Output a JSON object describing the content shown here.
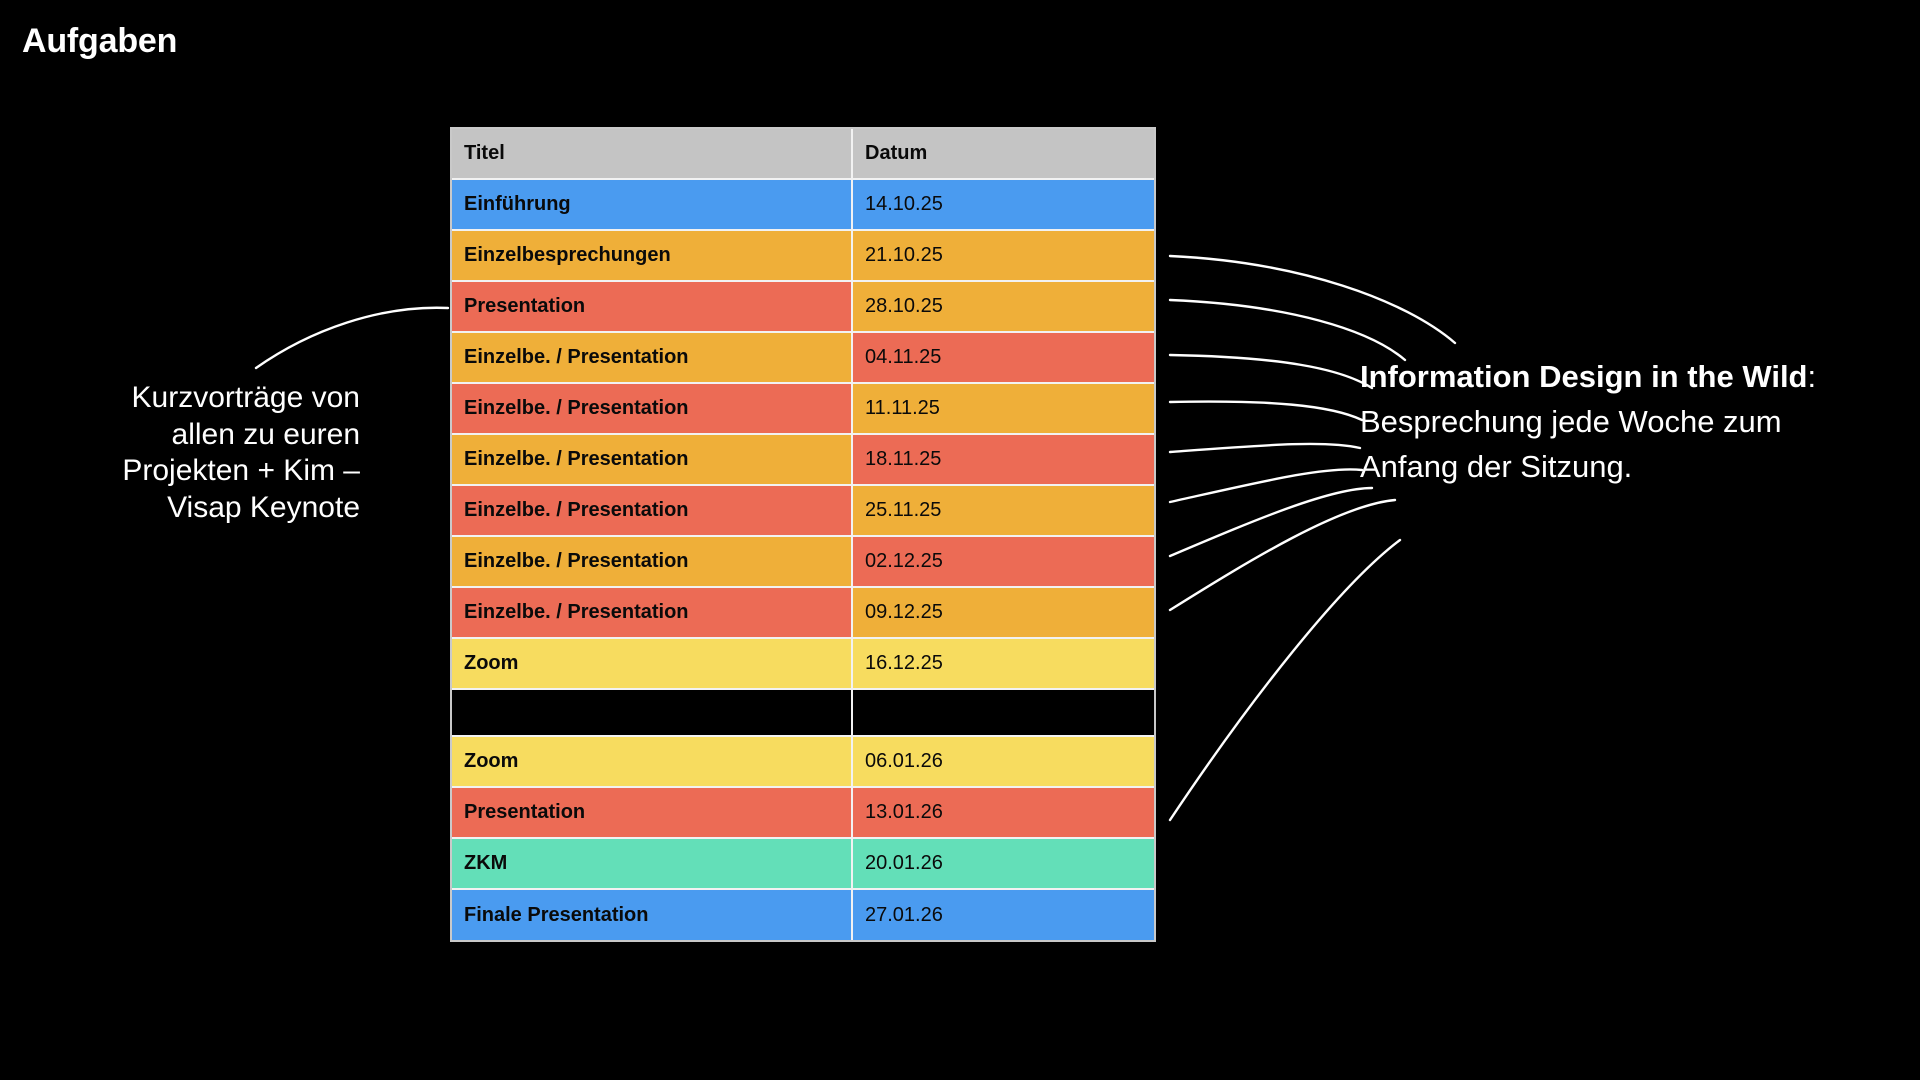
{
  "slide": {
    "title": "Aufgaben",
    "background_color": "#000000",
    "text_color": "#ffffff"
  },
  "table": {
    "name": "schedule-table",
    "border_color": "#c9c9c9",
    "grid_color": "#f2f2f2",
    "header_background": "#c4c4c4",
    "columns": [
      {
        "key": "title",
        "label": "Titel"
      },
      {
        "key": "date",
        "label": "Datum"
      }
    ],
    "palette": {
      "blue": "#4a9bf0",
      "orange": "#efaf39",
      "red": "#ec6b55",
      "yellow": "#f7dc5f",
      "mint": "#63dfb8",
      "empty": "#000000"
    },
    "rows": [
      {
        "title": "Einführung",
        "date": "14.10.25",
        "title_color": "#4a9bf0",
        "date_color": "#4a9bf0"
      },
      {
        "title": "Einzelbesprechungen",
        "date": "21.10.25",
        "title_color": "#efaf39",
        "date_color": "#efaf39"
      },
      {
        "title": "Presentation",
        "date": "28.10.25",
        "title_color": "#ec6b55",
        "date_color": "#efaf39"
      },
      {
        "title": "Einzelbe. / Presentation",
        "date": "04.11.25",
        "title_color": "#efaf39",
        "date_color": "#ec6b55"
      },
      {
        "title": "Einzelbe. / Presentation",
        "date": "11.11.25",
        "title_color": "#ec6b55",
        "date_color": "#efaf39"
      },
      {
        "title": "Einzelbe. / Presentation",
        "date": "18.11.25",
        "title_color": "#efaf39",
        "date_color": "#ec6b55"
      },
      {
        "title": "Einzelbe. / Presentation",
        "date": "25.11.25",
        "title_color": "#ec6b55",
        "date_color": "#efaf39"
      },
      {
        "title": "Einzelbe. / Presentation",
        "date": "02.12.25",
        "title_color": "#efaf39",
        "date_color": "#ec6b55"
      },
      {
        "title": "Einzelbe. / Presentation",
        "date": "09.12.25",
        "title_color": "#ec6b55",
        "date_color": "#efaf39"
      },
      {
        "title": "Zoom",
        "date": "16.12.25",
        "title_color": "#f7dc5f",
        "date_color": "#f7dc5f"
      },
      {
        "title": "",
        "date": "",
        "title_color": "#000000",
        "date_color": "#000000",
        "spacer": true
      },
      {
        "title": "Zoom",
        "date": "06.01.26",
        "title_color": "#f7dc5f",
        "date_color": "#f7dc5f"
      },
      {
        "title": "Presentation",
        "date": "13.01.26",
        "title_color": "#ec6b55",
        "date_color": "#ec6b55"
      },
      {
        "title": "ZKM",
        "date": "20.01.26",
        "title_color": "#63dfb8",
        "date_color": "#63dfb8"
      },
      {
        "title": "Finale Presentation",
        "date": "27.01.26",
        "title_color": "#4a9bf0",
        "date_color": "#4a9bf0"
      }
    ]
  },
  "annotations": {
    "left": {
      "name": "annotation-left",
      "text": "Kurzvorträge von allen zu euren Projekten + Kim – Visap Keynote"
    },
    "right": {
      "name": "annotation-right",
      "lead": "Information Design in the Wild",
      "rest": ": Besprechung jede Woche zum Anfang der Sitzung."
    }
  },
  "connectors": {
    "stroke_color": "#ffffff",
    "left_curve_count": 1,
    "right_curve_count": 9
  }
}
